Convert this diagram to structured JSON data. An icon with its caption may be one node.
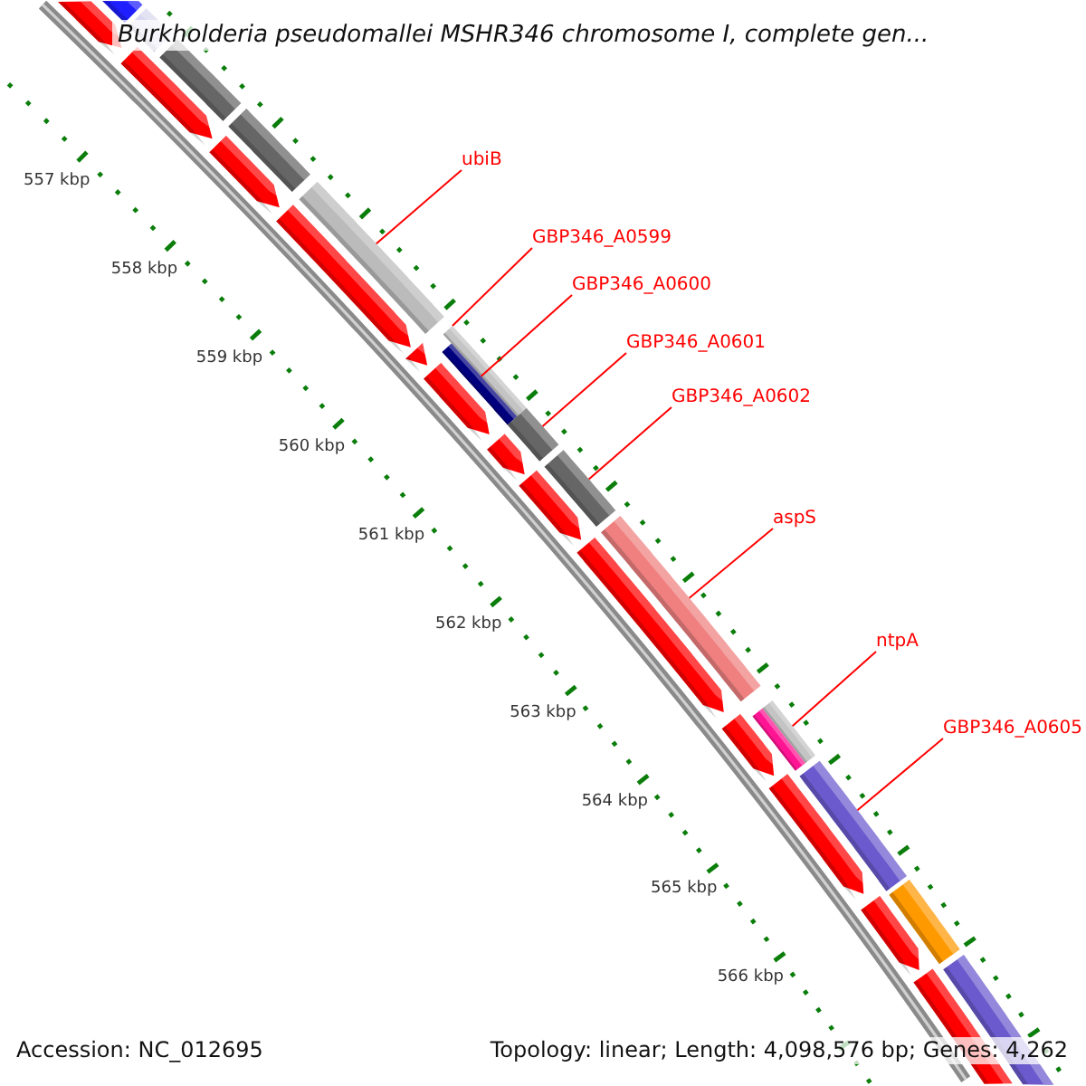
{
  "diagram": {
    "title": "Burkholderia pseudomallei MSHR346 chromosome I, complete gen...",
    "nodes": [
      {
        "text": [
          "ubiB"
        ]
      },
      {
        "text": [
          "GBP346_A0599"
        ]
      },
      {
        "text": [
          "GBP346_A0600"
        ]
      },
      {
        "text": [
          "GBP346_A0601"
        ]
      },
      {
        "text": [
          "GBP346_A0602"
        ]
      },
      {
        "text": [
          "aspS"
        ]
      },
      {
        "text": [
          "ntpA"
        ]
      },
      {
        "text": [
          "GBP346_A0605"
        ]
      },
      {
        "text": [],
        "shape": "bar"
      },
      {
        "text": [],
        "shape": "pentagon"
      },
      {
        "text": [],
        "shape": "bar"
      },
      {
        "text": [],
        "shape": "pentagon"
      },
      {
        "text": [],
        "shape": "bar"
      },
      {
        "text": [],
        "shape": "bar"
      },
      {
        "text": [],
        "shape": "pentagon"
      },
      {
        "text": [],
        "shape": "bar"
      },
      {
        "text": [],
        "shape": "pentagon"
      },
      {
        "text": [],
        "shape": "pentagon"
      },
      {
        "text": [],
        "shape": "bar"
      },
      {
        "text": [],
        "shape": "bar"
      },
      {
        "text": [],
        "shape": "pentagon"
      },
      {
        "text": [],
        "shape": "bar"
      },
      {
        "text": [],
        "shape": "pentagon"
      },
      {
        "text": [],
        "shape": "pentagon"
      },
      {
        "text": [],
        "shape": "bar"
      },
      {
        "text": [],
        "shape": "bar"
      },
      {
        "text": [],
        "shape": "pentagon"
      },
      {
        "text": [],
        "shape": "pentagon"
      },
      {
        "text": [],
        "shape": "bar"
      },
      {
        "text": [],
        "shape": "bar"
      },
      {
        "text": [],
        "shape": "pentagon"
      },
      {
        "text": [],
        "shape": "bar"
      },
      {
        "text": [],
        "shape": "pentagon"
      },
      {
        "text": [],
        "shape": "bar"
      },
      {
        "text": [],
        "shape": "pentagon"
      },
      {
        "text": [],
        "shape": "bar"
      }
    ],
    "edges": [
      {
        "from": 0,
        "to": 15,
        "arrow": "none"
      },
      {
        "from": 1,
        "to": 18,
        "arrow": "none"
      },
      {
        "from": 2,
        "to": 19,
        "arrow": "none"
      },
      {
        "from": 3,
        "to": 21,
        "arrow": "none"
      },
      {
        "from": 4,
        "to": 24,
        "arrow": "none"
      },
      {
        "from": 5,
        "to": 25,
        "arrow": "none"
      },
      {
        "from": 6,
        "to": 28,
        "arrow": "none"
      },
      {
        "from": 7,
        "to": 31,
        "arrow": "none"
      }
    ],
    "labels": [
      "557 kbp",
      "558 kbp",
      "559 kbp",
      "560 kbp",
      "561 kbp",
      "562 kbp",
      "563 kbp",
      "564 kbp",
      "565 kbp",
      "566 kbp",
      "Accession: NC_012695",
      "Topology: linear; Length: 4,098,576 bp; Genes: 4,262"
    ]
  }
}
